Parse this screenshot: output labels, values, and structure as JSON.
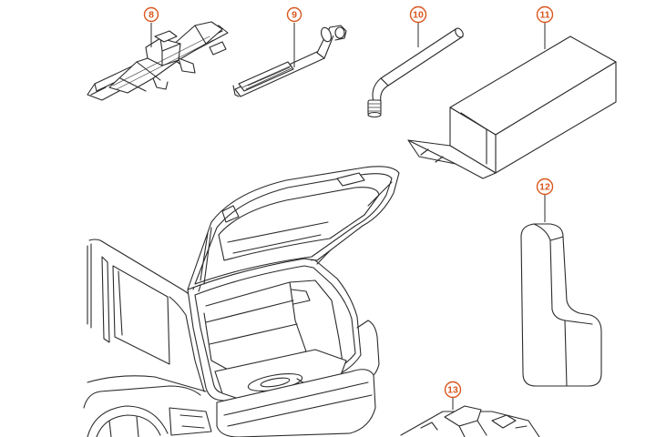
{
  "badge_color": "#d9561d",
  "callouts": [
    {
      "id": "callout-8",
      "label": "8"
    },
    {
      "id": "callout-9",
      "label": "9"
    },
    {
      "id": "callout-10",
      "label": "10"
    },
    {
      "id": "callout-11",
      "label": "11"
    },
    {
      "id": "callout-12",
      "label": "12"
    },
    {
      "id": "callout-13",
      "label": "13"
    }
  ]
}
